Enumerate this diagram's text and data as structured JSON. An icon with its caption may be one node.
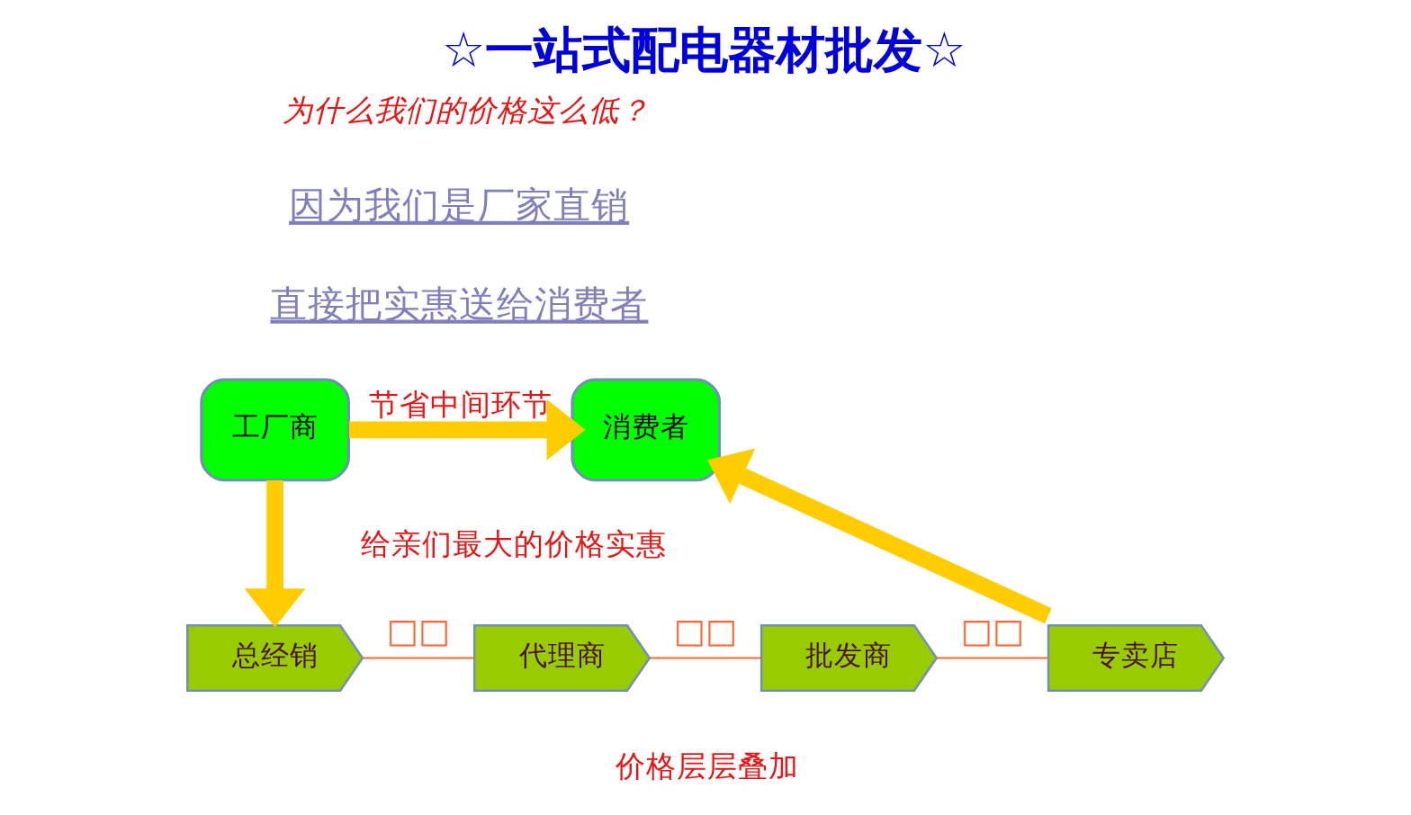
{
  "diagram": {
    "title": "☆一站式配电器材批发☆",
    "nodes": [
      {
        "text": [
          "工厂商"
        ]
      },
      {
        "text": [
          "消费者"
        ]
      },
      {
        "text": [
          "总经销"
        ]
      },
      {
        "text": [
          "代理商"
        ]
      },
      {
        "text": [
          "批发商"
        ]
      },
      {
        "text": [
          "专卖店"
        ]
      }
    ],
    "edges": [
      {
        "from": 0,
        "to": 1,
        "arrow": "to",
        "label": "节省中间环节",
        "style": "thick",
        "color": "#ffcc00"
      },
      {
        "from": 0,
        "to": 2,
        "arrow": "to",
        "style": "thick",
        "color": "#ffcc00"
      },
      {
        "from": 2,
        "to": 3,
        "arrow": "none",
        "label": "□□",
        "color": "#ff6633"
      },
      {
        "from": 3,
        "to": 4,
        "arrow": "none",
        "label": "□□",
        "color": "#ff6633"
      },
      {
        "from": 4,
        "to": 5,
        "arrow": "none",
        "label": "□□",
        "color": "#ff6633"
      },
      {
        "from": 5,
        "to": 1,
        "arrow": "to",
        "style": "thick",
        "color": "#ffcc00"
      }
    ],
    "labels": [
      "为什么我们的价格这么低？",
      "因为我们是厂家直销",
      "直接把实惠送给消费者",
      "给亲们最大的价格实惠",
      "价格层层叠加"
    ]
  }
}
